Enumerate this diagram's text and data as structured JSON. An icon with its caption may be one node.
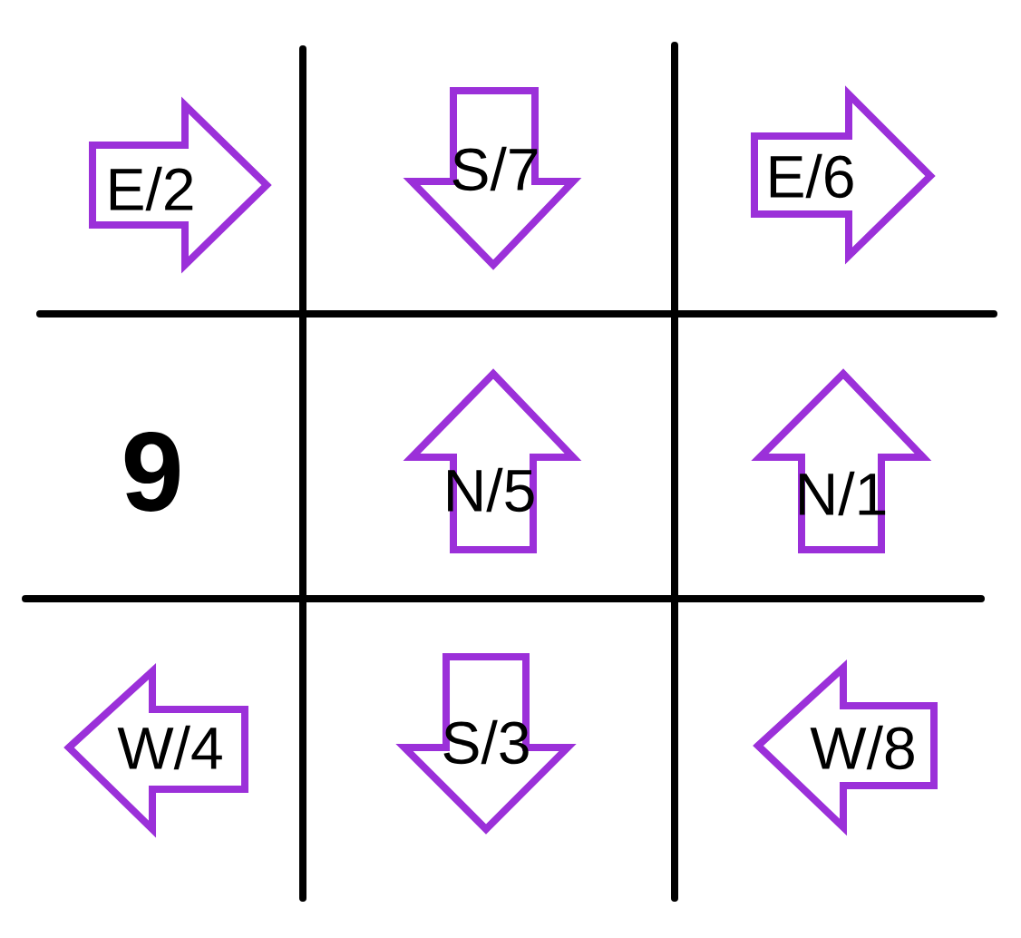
{
  "diagram": {
    "nodes": [
      {
        "text": [
          "E/2"
        ]
      },
      {
        "text": [
          "S/7"
        ]
      },
      {
        "text": [
          "E/6"
        ]
      },
      {
        "text": [
          "N/5"
        ]
      },
      {
        "text": [
          "N/1"
        ]
      },
      {
        "text": [
          "W/4"
        ]
      },
      {
        "text": [
          "S/3"
        ]
      },
      {
        "text": [
          "W/8"
        ]
      }
    ],
    "labels": [
      "9"
    ]
  }
}
